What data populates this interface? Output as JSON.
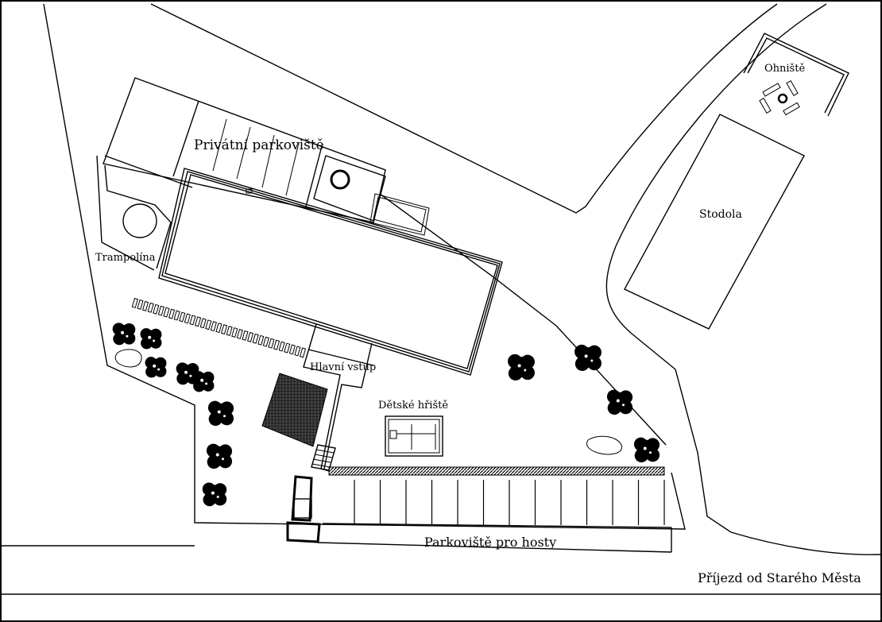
{
  "labels": {
    "ohniste": "Ohniště",
    "privatni_parkoviste": "Privátní parkoviště",
    "stodola": "Stodola",
    "trampolina": "Trampolína",
    "hlavni_vstup": "Hlavní vstup",
    "detske_hriste": "Dětské hřiště",
    "parkoviste_pro_hosty": "Parkoviště pro hosty",
    "prijezd": "Příjezd od Starého Města"
  }
}
